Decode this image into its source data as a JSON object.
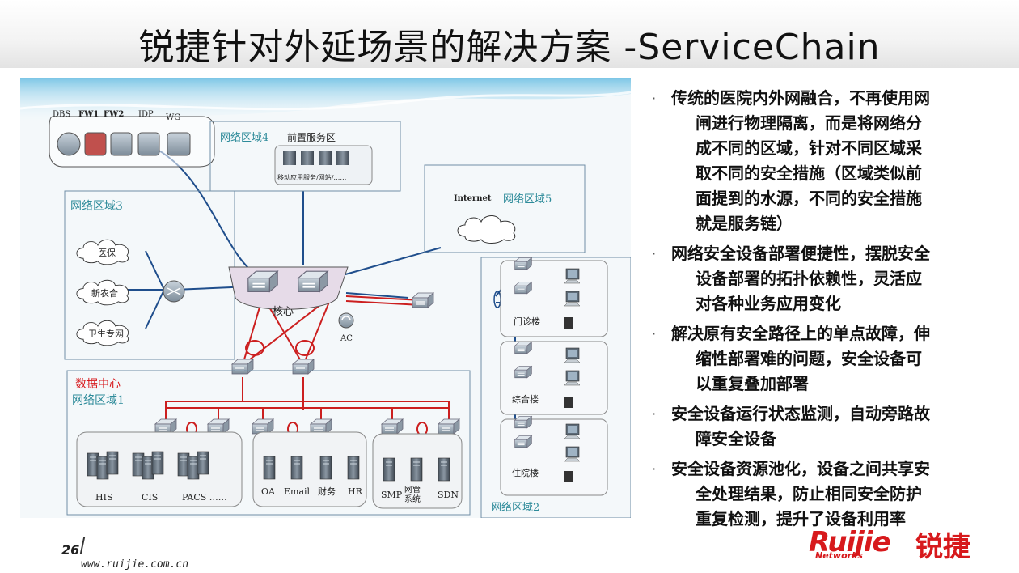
{
  "title": "锐捷针对外延场景的解决方案 -ServiceChain",
  "diagram": {
    "security_labels": [
      "DBS",
      "FW1",
      "FW2",
      "IDP",
      "WG"
    ],
    "zone4": {
      "title": "网络区域4",
      "subtitle": "前置服务区",
      "caption": "移动应用服务/网站/……"
    },
    "zone5": {
      "title": "网络区域5",
      "cloud": "Internet"
    },
    "zone3": {
      "title": "网络区域3",
      "clouds": [
        "医保",
        "新农合",
        "卫生专网"
      ]
    },
    "core": {
      "label": "核心",
      "ac": "AC"
    },
    "zone1": {
      "title_red": "数据中心",
      "title": "网络区域1",
      "group1": [
        "HIS",
        "CIS",
        "PACS ……"
      ],
      "group2": [
        "OA",
        "Email",
        "财务",
        "HR"
      ],
      "group3": [
        "SMP",
        "网管系统",
        "SDN"
      ]
    },
    "zone2": {
      "title": "网络区域2",
      "buildings": [
        "门诊楼",
        "综合楼",
        "住院楼"
      ]
    }
  },
  "bullets": [
    {
      "lines": [
        "传统的医院内外网融合，不再使用网",
        "闸进行物理隔离，而是将网络分",
        "成不同的区域，针对不同区域采",
        "取不同的安全措施（区域类似前",
        "面提到的水源，不同的安全措施",
        "就是服务链）"
      ]
    },
    {
      "lines": [
        "网络安全设备部署便捷性，摆脱安全",
        "设备部署的拓扑依赖性，灵活应",
        "对各种业务应用变化"
      ]
    },
    {
      "lines": [
        "解决原有安全路径上的单点故障，伸",
        "缩性部署难的问题，安全设备可",
        "以重复叠加部署"
      ]
    },
    {
      "lines": [
        "安全设备运行状态监测，自动旁路故",
        "障安全设备"
      ]
    },
    {
      "lines": [
        "安全设备资源池化，设备之间共享安",
        "全处理结果，防止相同安全防护",
        "重复检测，提升了设备利用率"
      ]
    }
  ],
  "footer": {
    "page": "26",
    "url": "www.ruijie.com.cn"
  },
  "logo": {
    "main": "Ruijie",
    "cn": "锐捷",
    "sub": "Networks"
  },
  "colors": {
    "accent_red": "#d7191c",
    "zone_title": "#2e8b9a",
    "link_blue": "#1f4e8c",
    "link_red": "#cc1f1f"
  }
}
